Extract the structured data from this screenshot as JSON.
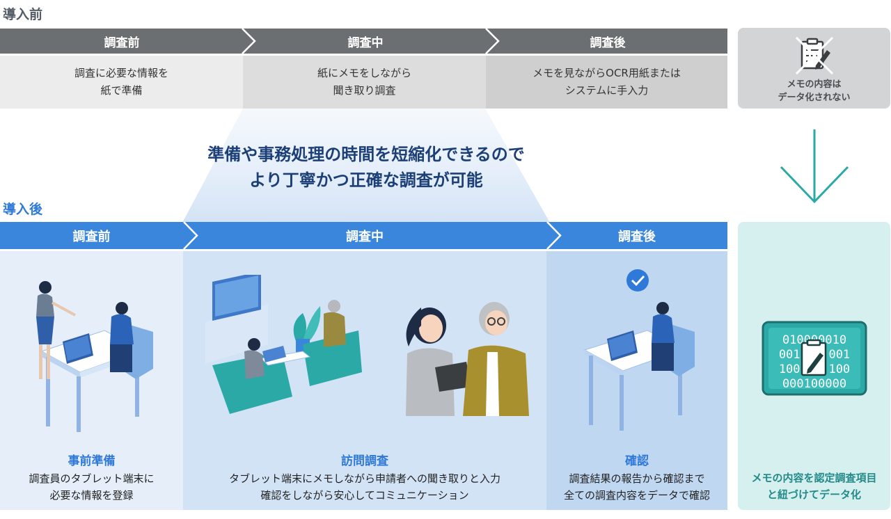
{
  "before": {
    "label": "導入前",
    "stages": [
      {
        "label": "調査前",
        "description": "調査に必要な情報を\n紙で準備"
      },
      {
        "label": "調査中",
        "description": "紙にメモをしながら\n聞き取り調査"
      },
      {
        "label": "調査後",
        "description": "メモを見ながらOCR用紙または\nシステムに手入力"
      }
    ],
    "memo_note": "メモの内容は\nデータ化されない"
  },
  "headline": "準備や事務処理の時間を短縮化できるので\nより丁寧かつ正確な調査が可能",
  "after": {
    "label": "導入後",
    "stages": [
      {
        "label": "調査前",
        "title": "事前準備",
        "description": "調査員のタブレット端末に\n必要な情報を登録"
      },
      {
        "label": "調査中",
        "title": "訪問調査",
        "description": "タブレット端末にメモしながら申請者への聞き取りと入力\n確認をしながら安心してコミュニケーション"
      },
      {
        "label": "調査後",
        "title": "確認",
        "description": "調査結果の報告から確認まで\n全ての調査内容をデータで確認"
      }
    ],
    "result": "メモの内容を認定調査項目\nと紐づけてデータ化",
    "binary_rows": [
      "010000010",
      "001    001",
      "100    100",
      "000100000"
    ]
  },
  "colors": {
    "before_bar": "#6c6f72",
    "after_bar": "#3a86dc",
    "accent_blue": "#2f7ad9",
    "teal": "#2aa9a6",
    "headline": "#1c3f78"
  }
}
